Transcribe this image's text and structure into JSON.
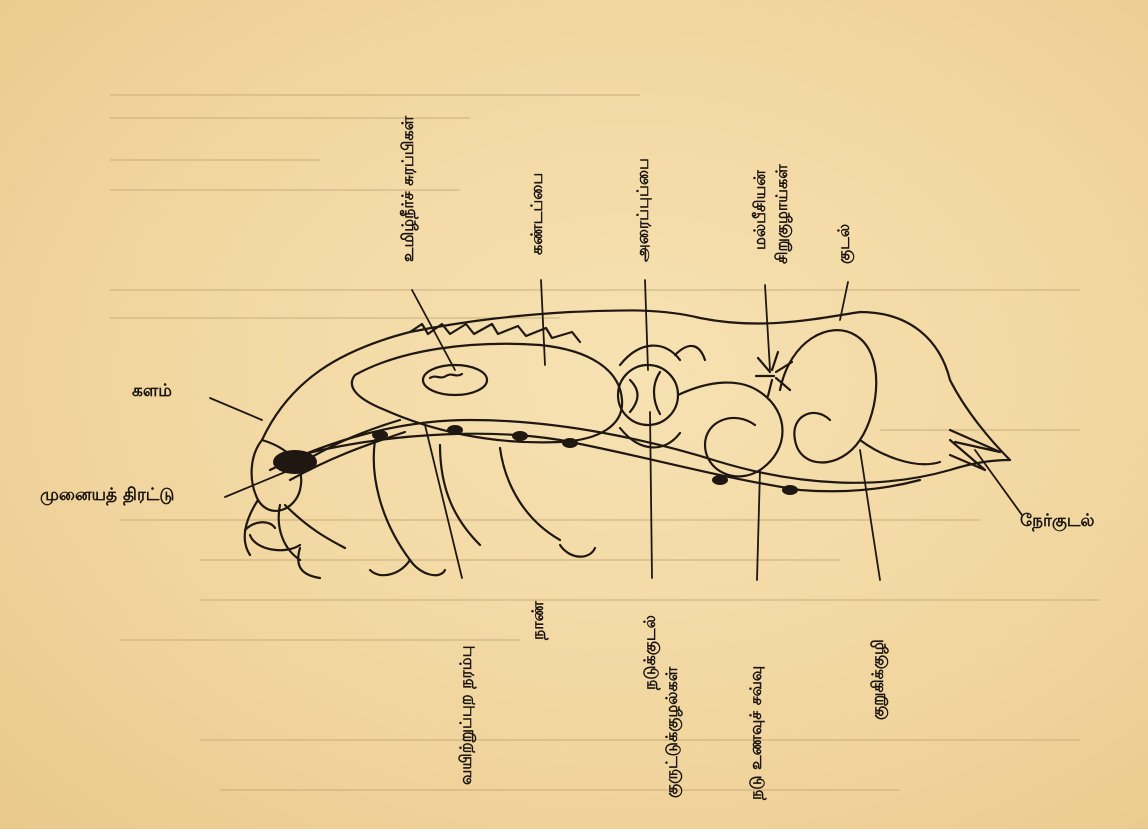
{
  "labels": {
    "kalam": "களம்",
    "munaiyath_thirattu": "முனையத் திரட்டு",
    "umizhneer_surappigal": "உமிழ்நீர்ச் சுரப்பிகள்",
    "kandappai": "கண்டப்பை",
    "araippuppai": "அரைப்புப்பை",
    "malpighian_line1": "மல்பீசியன்",
    "malpighian_line2": "சிறுகுழாய்கள்",
    "kudal": "குடல்",
    "nerkudal": "நேர்குடல்",
    "vayitru_line1": "வயிற்றுப்புற நரம்பு",
    "vayitru_line2": "நாண்",
    "naduk_line1": "நடுக்குடல்",
    "naduk_line2": "குருட்டுக்குழல்கள்",
    "nadu_unavu_savvu": "நடு உணவுச் சவ்வு",
    "kurukkuppi": "குறுகிக்குழி"
  },
  "icons": {
    "insect": "insect-digestive-system-icon"
  }
}
